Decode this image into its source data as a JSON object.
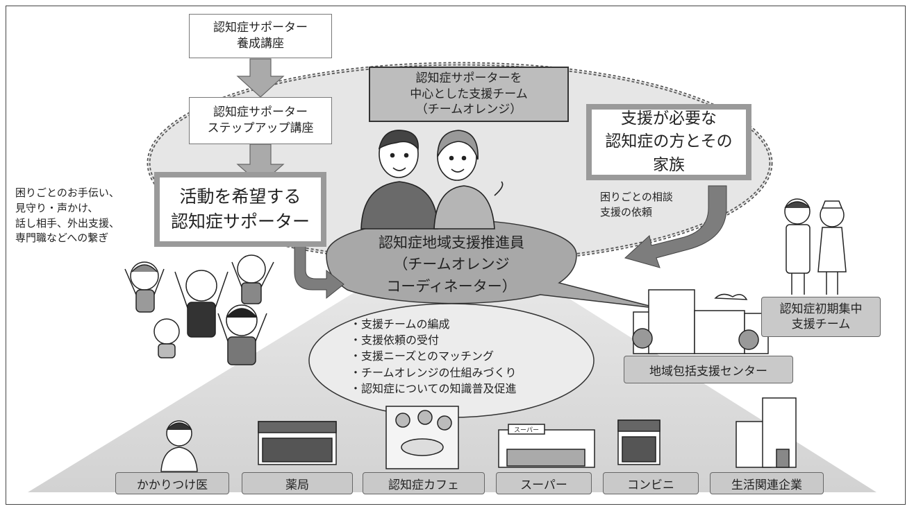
{
  "training_course": "認知症サポーター\n養成講座",
  "stepup_course": "認知症サポーター\nステップアップ講座",
  "active_supporter": "活動を希望する\n認知症サポーター",
  "supporter_tasks": "困りごとのお手伝い、\n見守り・声かけ、\n話し相手、外出支援、\n専門職などへの繋ぎ",
  "team_title": "認知症サポーターを\n中心とした支援チーム\n（チームオレンジ）",
  "family_box": "支援が必要な\n認知症の方とその\n家族",
  "family_request": "困りごとの相談\n支援の依頼",
  "coordinator": "認知症地域支援推進員\n（チームオレンジ\nコーディネーター）",
  "coordinator_tasks": [
    "・支援チームの編成",
    "・支援依頼の受付",
    "・支援ニーズとのマッチング",
    "・チームオレンジの仕組みづくり",
    "・認知症についての知識普及促進"
  ],
  "early_team": "認知症初期集中\n支援チーム",
  "community_center": "地域包括支援センター",
  "bottom_labels": [
    "かかりつけ医",
    "薬局",
    "認知症カフェ",
    "スーパー",
    "コンビニ",
    "生活関連企業"
  ],
  "supermarket_sign": "スーパー"
}
